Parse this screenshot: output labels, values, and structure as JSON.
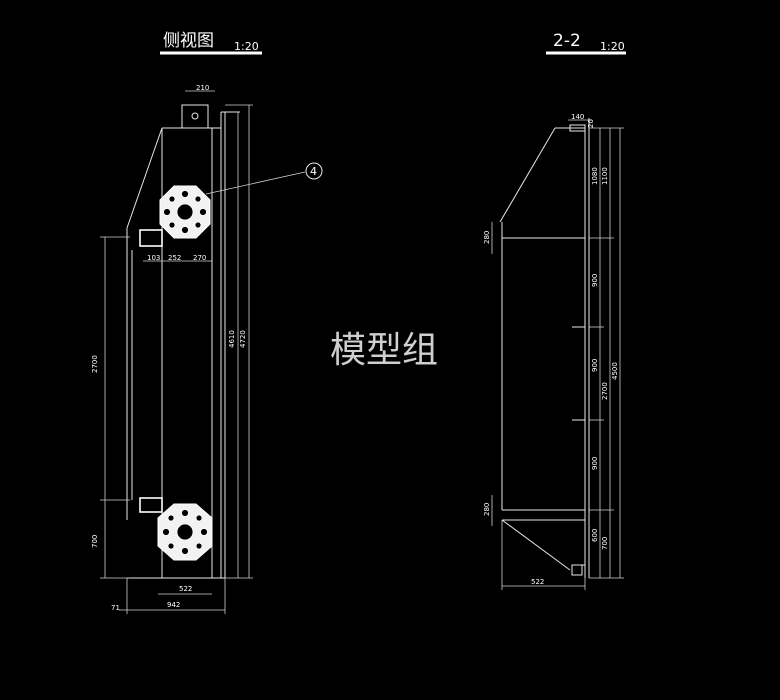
{
  "side_view": {
    "title": "侧视图",
    "scale": "1:20",
    "callout": "4",
    "dims": {
      "top_width": "210",
      "d103": "103",
      "d252": "252",
      "d270": "270",
      "height_left": "2700",
      "bottom_left": "700",
      "h4610": "4610",
      "h4720": "4720",
      "w522": "522",
      "w942": "942",
      "w71": "71"
    }
  },
  "section_view": {
    "title": "2-2",
    "scale": "1:20",
    "dims": {
      "d140": "140",
      "d20": "20",
      "d280_top": "280",
      "d280_bottom": "280",
      "d1080": "1080",
      "d1100": "1100",
      "d900_a": "900",
      "d900_b": "900",
      "d2700": "2700",
      "d4500": "4500",
      "d900_c": "900",
      "d600": "600",
      "d700": "700",
      "w522": "522"
    }
  },
  "watermark": "模型组"
}
